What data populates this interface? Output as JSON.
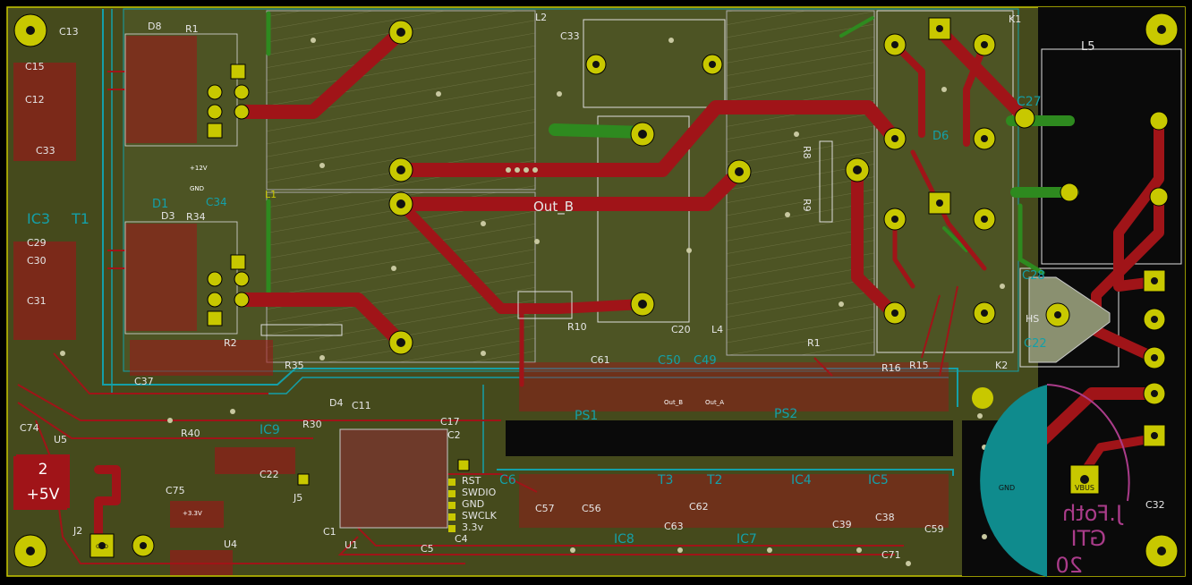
{
  "colors": {
    "background": "#000000",
    "board_fill": "#454a1c",
    "front_copper": "#a01418",
    "back_copper": "#2e8a1f",
    "silkscreen_front": "#e6e6e6",
    "silkscreen_back": "#14a0a8",
    "pad": "#c8c800",
    "outline": "#c8c800",
    "courtyard": "#dcdcdc"
  },
  "big_labels": {
    "out_b": "Out_B",
    "power_label_line1": "2",
    "power_label_line2": "+5V",
    "author_line1": "J.Foth",
    "author_line2": "GTI",
    "author_line3": "20"
  },
  "pad_labels": {
    "j1_gnd": "GND",
    "j1_vbus": "VBUS",
    "j2_a": "GND",
    "j2_b": "5V"
  },
  "swd_labels": [
    "RST",
    "SWDIO",
    "GND",
    "SWCLK",
    "3.3v"
  ],
  "small_labels": {
    "plus12v": "+12V",
    "gnd": "GND",
    "out_a": "Out_A",
    "out_b_small": "Out_B",
    "v33": "+3.3V"
  },
  "designators": [
    {
      "id": "C13",
      "t": "C13"
    },
    {
      "id": "C15",
      "t": "C15"
    },
    {
      "id": "C12",
      "t": "C12"
    },
    {
      "id": "C33a",
      "t": "C33"
    },
    {
      "id": "IC3",
      "t": "IC3"
    },
    {
      "id": "T1",
      "t": "T1"
    },
    {
      "id": "C29",
      "t": "C29"
    },
    {
      "id": "C30",
      "t": "C30"
    },
    {
      "id": "C31",
      "t": "C31"
    },
    {
      "id": "D8",
      "t": "D8"
    },
    {
      "id": "R1a",
      "t": "R1"
    },
    {
      "id": "C34",
      "t": "C34"
    },
    {
      "id": "D1",
      "t": "D1"
    },
    {
      "id": "D3",
      "t": "D3"
    },
    {
      "id": "R34",
      "t": "R34"
    },
    {
      "id": "L2",
      "t": "L2"
    },
    {
      "id": "C33",
      "t": "C33"
    },
    {
      "id": "L1",
      "t": "L1"
    },
    {
      "id": "L5",
      "t": "L5"
    },
    {
      "id": "C27",
      "t": "C27"
    },
    {
      "id": "D6",
      "t": "D6"
    },
    {
      "id": "C28",
      "t": "C28"
    },
    {
      "id": "C22",
      "t": "C22"
    },
    {
      "id": "K2",
      "t": "K2"
    },
    {
      "id": "R10",
      "t": "R10"
    },
    {
      "id": "C20",
      "t": "C20"
    },
    {
      "id": "L4",
      "t": "L4"
    },
    {
      "id": "R1b",
      "t": "R1"
    },
    {
      "id": "C50",
      "t": "C50"
    },
    {
      "id": "C49",
      "t": "C49"
    },
    {
      "id": "C61",
      "t": "C61"
    },
    {
      "id": "PS1",
      "t": "PS1"
    },
    {
      "id": "PS2",
      "t": "PS2"
    },
    {
      "id": "R16",
      "t": "R16"
    },
    {
      "id": "IC9",
      "t": "IC9"
    },
    {
      "id": "R30",
      "t": "R30"
    },
    {
      "id": "D4",
      "t": "D4"
    },
    {
      "id": "C11",
      "t": "C11"
    },
    {
      "id": "C17",
      "t": "C17"
    },
    {
      "id": "C2",
      "t": "C2"
    },
    {
      "id": "R40",
      "t": "R40"
    },
    {
      "id": "R2",
      "t": "R2"
    },
    {
      "id": "R35",
      "t": "R35"
    },
    {
      "id": "C37",
      "t": "C37"
    },
    {
      "id": "C74",
      "t": "C74"
    },
    {
      "id": "U5",
      "t": "U5"
    },
    {
      "id": "C75",
      "t": "C75"
    },
    {
      "id": "J2",
      "t": "J2"
    },
    {
      "id": "U4",
      "t": "U4"
    },
    {
      "id": "J5",
      "t": "J5"
    },
    {
      "id": "C1",
      "t": "C1"
    },
    {
      "id": "U1",
      "t": "U1"
    },
    {
      "id": "C5",
      "t": "C5"
    },
    {
      "id": "C4",
      "t": "C4"
    },
    {
      "id": "C6",
      "t": "C6"
    },
    {
      "id": "C22b",
      "t": "C22"
    },
    {
      "id": "C57",
      "t": "C57"
    },
    {
      "id": "C56",
      "t": "C56"
    },
    {
      "id": "IC8",
      "t": "IC8"
    },
    {
      "id": "T3",
      "t": "T3"
    },
    {
      "id": "T2",
      "t": "T2"
    },
    {
      "id": "C62",
      "t": "C62"
    },
    {
      "id": "C63",
      "t": "C63"
    },
    {
      "id": "IC7",
      "t": "IC7"
    },
    {
      "id": "IC4",
      "t": "IC4"
    },
    {
      "id": "IC5",
      "t": "IC5"
    },
    {
      "id": "C39",
      "t": "C39"
    },
    {
      "id": "C38",
      "t": "C38"
    },
    {
      "id": "C59",
      "t": "C59"
    },
    {
      "id": "C71",
      "t": "C71"
    },
    {
      "id": "C32",
      "t": "C32"
    },
    {
      "id": "R8",
      "t": "R8"
    },
    {
      "id": "R9",
      "t": "R9"
    },
    {
      "id": "R15",
      "t": "R15"
    },
    {
      "id": "HS",
      "t": "HS"
    },
    {
      "id": "K1",
      "t": "K1"
    }
  ]
}
